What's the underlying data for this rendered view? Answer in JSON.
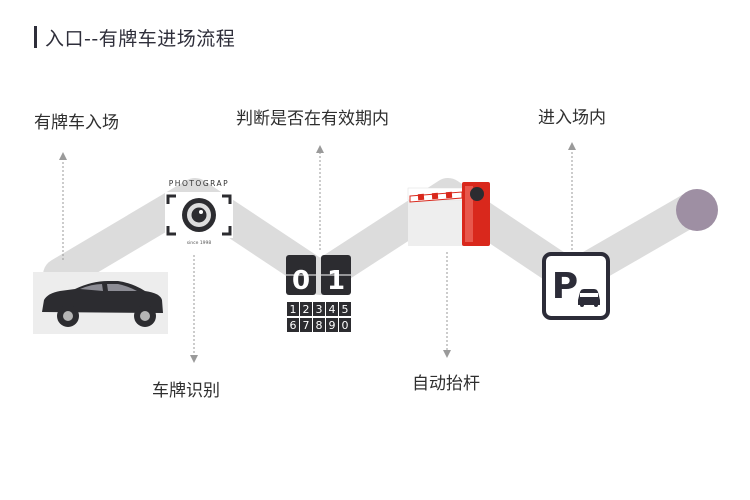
{
  "title": "入口--有牌车进场流程",
  "steps": [
    {
      "label": "有牌车入场",
      "icon": "car-icon"
    },
    {
      "label": "车牌识别",
      "icon": "camera-icon"
    },
    {
      "label": "判断是否在有效期内",
      "icon": "flip-clock-icon"
    },
    {
      "label": "自动抬杆",
      "icon": "barrier-gate-icon"
    },
    {
      "label": "进入场内",
      "icon": "parking-icon"
    }
  ],
  "camera": {
    "brand_text": "PHOTOGRAP",
    "since_text": "since 1998"
  },
  "flip_clock": {
    "top_digits": [
      "0",
      "1"
    ],
    "row1": [
      "1",
      "2",
      "3",
      "4",
      "5"
    ],
    "row2": [
      "6",
      "7",
      "8",
      "9",
      "0"
    ]
  },
  "parking_sign": {
    "letter": "P"
  },
  "colors": {
    "path": "#dcdcdc",
    "end_dot": "#9e8fa3",
    "accent_red": "#d9281c",
    "dark": "#2c2c38"
  }
}
